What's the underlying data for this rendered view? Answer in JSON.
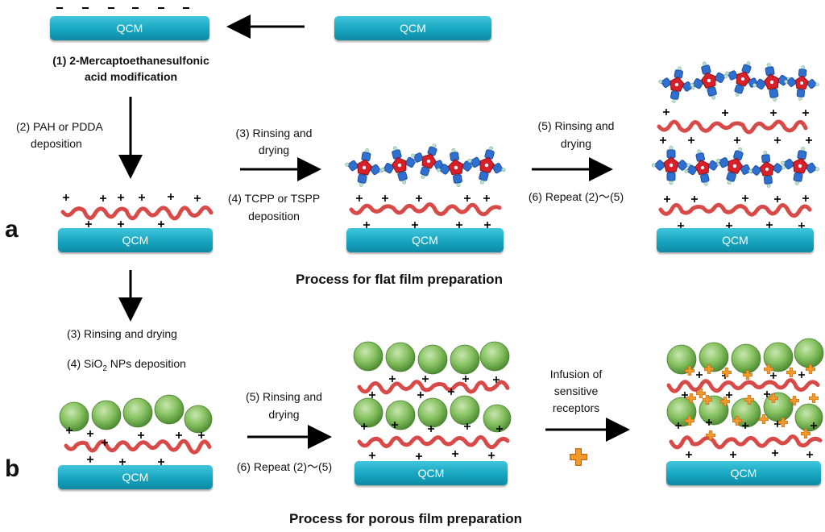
{
  "panels": {
    "a": "a",
    "b": "b"
  },
  "substrate_label": "QCM",
  "flat": {
    "step1": [
      "(1) 2-Mercaptoethanesulfonic",
      "acid modification"
    ],
    "step2": [
      "(2) PAH or PDDA",
      "deposition"
    ],
    "step3": [
      "(3) Rinsing and",
      "drying"
    ],
    "step4": [
      "(4) TCPP or TSPP",
      "deposition"
    ],
    "step5": [
      "(5) Rinsing and",
      "drying"
    ],
    "step6": "(6) Repeat (2)～(5)",
    "caption": "Process for flat film preparation"
  },
  "porous": {
    "step3": "(3) Rinsing and drying",
    "step4_pre": "(4) SiO",
    "step4_sub": "2",
    "step4_post": " NPs deposition",
    "step5": [
      "(5) Rinsing and",
      "drying"
    ],
    "step6": "(6) Repeat (2)～(5)",
    "infusion": [
      "Infusion of",
      "sensitive",
      "receptors"
    ],
    "caption": "Process for porous film preparation"
  },
  "colors": {
    "qcm": "#17a7c2",
    "polymer": "#d84a47",
    "porphyrin_core": "#d8202a",
    "porphyrin_arm": "#2f6fd0",
    "sio2": "#7fbf5a",
    "receptor": "#f39a2a"
  },
  "icons": [
    "negative-charge-icon",
    "positive-charge-icon",
    "polymer-chain-icon",
    "porphyrin-molecule-icon",
    "sio2-nanoparticle-icon",
    "receptor-cross-icon",
    "arrow-icon"
  ]
}
